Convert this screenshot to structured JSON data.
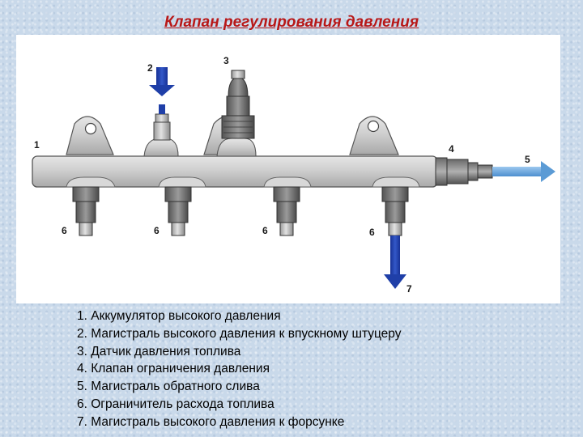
{
  "title": "Клапан регулирования давления",
  "callouts": {
    "n1": "1",
    "n2": "2",
    "n3": "3",
    "n4": "4",
    "n5": "5",
    "n6a": "6",
    "n6b": "6",
    "n6c": "6",
    "n6d": "6",
    "n7": "7"
  },
  "legend": [
    "1. Аккумулятор высокого давления",
    "2. Магистраль высокого давления к впускному штуцеру",
    "3. Датчик давления топлива",
    "4. Клапан ограничения давления",
    "5. Магистраль обратного слива",
    "6. Ограничитель расхода топлива",
    "7. Магистраль высокого давления к форсунке"
  ],
  "colors": {
    "title": "#b81818",
    "arrow_blue": "#1f3fa8",
    "arrow_light": "#6fa8dc",
    "metal": "#c8c8c8"
  }
}
